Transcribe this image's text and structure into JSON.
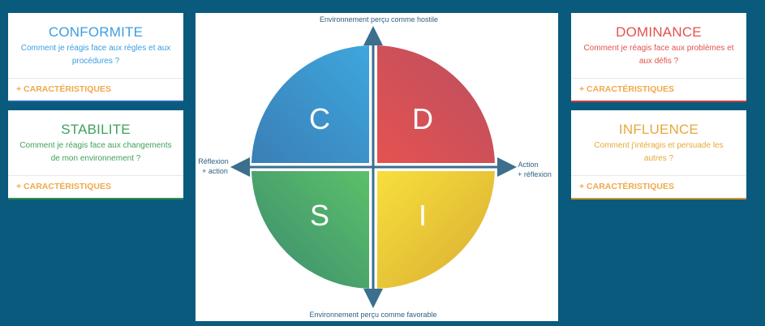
{
  "cards": {
    "conformite": {
      "title": "CONFORMITE",
      "desc": "Comment je réagis face aux règles et aux procédures ?",
      "link": "+ CARACTÉRISTIQUES",
      "color": "#3b9ee0"
    },
    "stabilite": {
      "title": "STABILITE",
      "desc": "Comment je réagis face aux changements de mon environnement ?",
      "link": "+ CARACTÉRISTIQUES",
      "color": "#3fa25a"
    },
    "dominance": {
      "title": "DOMINANCE",
      "desc": "Comment je réagis face aux problèmes et aux défis ?",
      "link": "+ CARACTÉRISTIQUES",
      "color": "#e3514e"
    },
    "influence": {
      "title": "INFLUENCE",
      "desc": "Comment j'intéragis et persuade les autres ?",
      "link": "+ CARACTÉRISTIQUES",
      "color": "#e8a83a"
    }
  },
  "diagram": {
    "top_label": "Environnement perçu comme hostile",
    "bottom_label": "Environnement perçu comme favorable",
    "left_label_1": "Réflexion",
    "left_label_2": "+ action",
    "right_label_1": "Action",
    "right_label_2": "+ réflexion",
    "quadrant_c": "C",
    "quadrant_d": "D",
    "quadrant_s": "S",
    "quadrant_i": "I",
    "arrow_color": "#3b6f8d"
  }
}
